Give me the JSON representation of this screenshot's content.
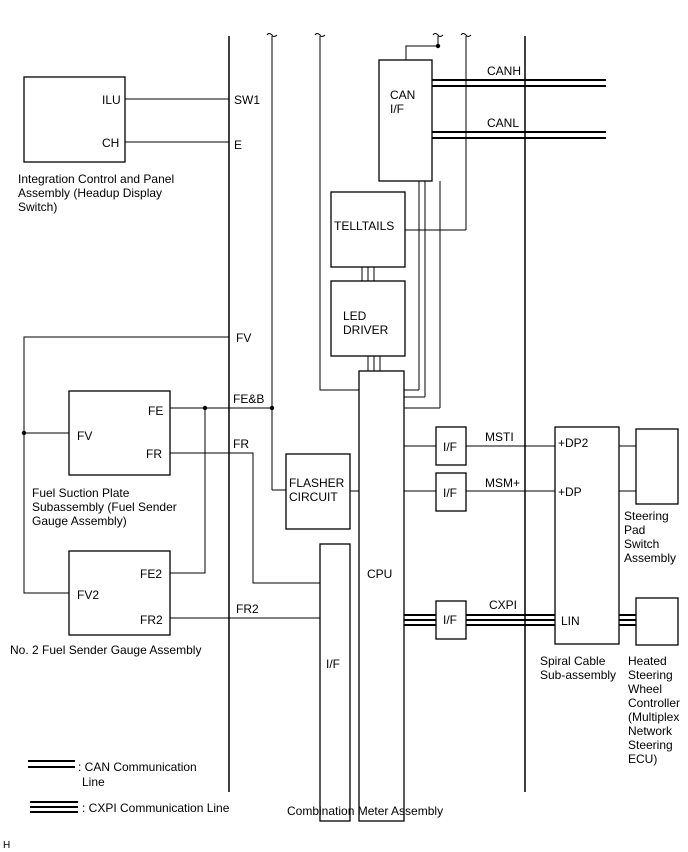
{
  "assemblies": {
    "integration_panel": "Integration Control and Panel",
    "integration_panel_l2": "Assembly (Headup Display",
    "integration_panel_l3": "Switch)",
    "fuel_suction_l1": "Fuel Suction Plate",
    "fuel_suction_l2": "Subassembly (Fuel Sender",
    "fuel_suction_l3": "Gauge Assembly)",
    "no2_sender": "No. 2 Fuel Sender Gauge Assembly",
    "combination_meter": "Combination Meter Assembly",
    "spiral_l1": "Spiral Cable",
    "spiral_l2": "Sub-assembly",
    "steering_pad_l1": "Steering",
    "steering_pad_l2": "Pad",
    "steering_pad_l3": "Switch",
    "steering_pad_l4": "Assembly",
    "heated_l1": "Heated",
    "heated_l2": "Steering",
    "heated_l3": "Wheel",
    "heated_l4": "Controller",
    "heated_l5": "(Multiplex",
    "heated_l6": "Network",
    "heated_l7": "Steering",
    "heated_l8": "ECU)"
  },
  "pins": {
    "ilu": "ILU",
    "ch": "CH",
    "fe": "FE",
    "fr": "FR",
    "fv": "FV",
    "fe2": "FE2",
    "fr2": "FR2",
    "fv2": "FV2",
    "dp2": "+DP2",
    "dp": "+DP",
    "lin": "LIN"
  },
  "terminals": {
    "sw1": "SW1",
    "e": "E",
    "fv": "FV",
    "feb": "FE&B",
    "fr": "FR",
    "fr2": "FR2"
  },
  "internal": {
    "can_l1": "CAN",
    "can_l2": "I/F",
    "telltails": "TELLTAILS",
    "led_l1": "LED",
    "led_l2": "DRIVER",
    "flasher_l1": "FLASHER",
    "flasher_l2": "CIRCUIT",
    "cpu": "CPU",
    "if": "I/F"
  },
  "signals": {
    "canh": "CANH",
    "canl": "CANL",
    "msti": "MSTI",
    "msm": "MSM+",
    "cxpi": "CXPI"
  },
  "legend": {
    "can": ": CAN Communication",
    "can_l2": "Line",
    "cxpi": ": CXPI Communication Line"
  },
  "footer": {
    "code": "H"
  }
}
